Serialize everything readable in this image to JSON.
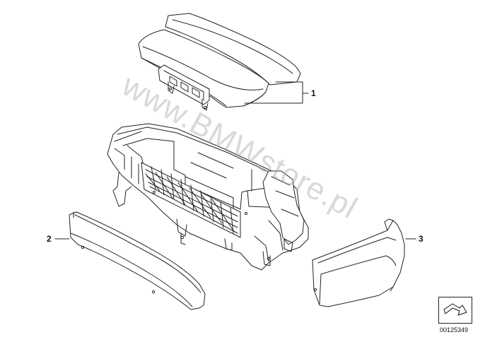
{
  "callouts": {
    "part1": "1",
    "part2": "2",
    "part3": "3"
  },
  "watermark": "www.BMWstore.pl",
  "reference_code": "00125349",
  "icons": {
    "navigation": "corner-arrow-icon"
  },
  "colors": {
    "line": "#222222",
    "background": "#ffffff",
    "watermark": "#aaaaaa"
  }
}
